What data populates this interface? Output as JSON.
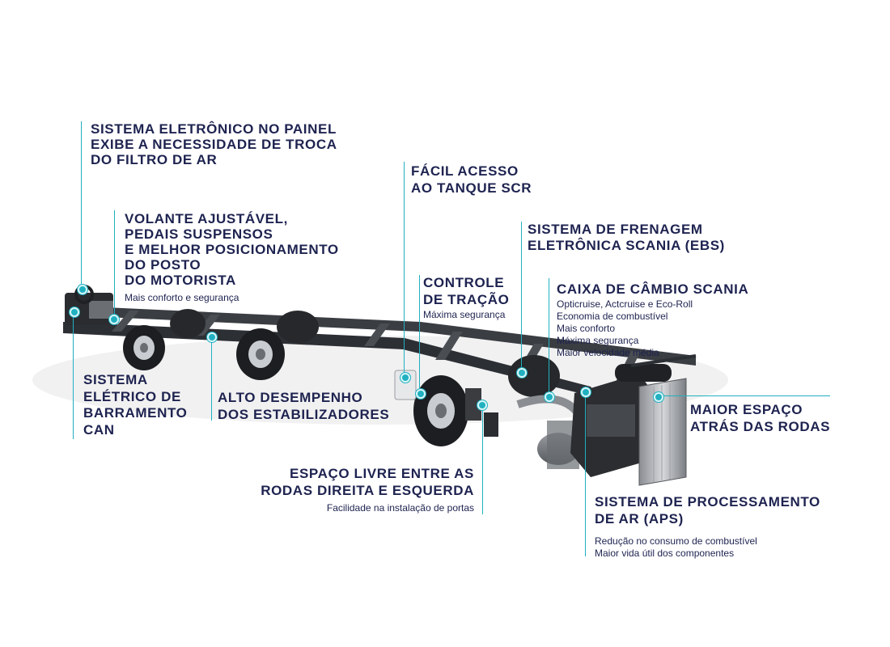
{
  "colors": {
    "accent": "#21b0c0",
    "text": "#1e2350"
  },
  "labels": {
    "air_filter": {
      "title": "SISTEMA ELETRÔNICO NO PAINEL\nEXIBE A NECESSIDADE DE TROCA\nDO FILTRO DE AR"
    },
    "steering": {
      "title": "VOLANTE AJUSTÁVEL,\nPEDAIS SUSPENSOS\nE MELHOR POSICIONAMENTO\nDO POSTO\nDO MOTORISTA",
      "subtitle": "Mais conforto e segurança"
    },
    "can": {
      "title": "SISTEMA\nELÉTRICO DE\nBARRAMENTO\nCAN"
    },
    "stabilizers": {
      "title": "ALTO DESEMPENHO\nDOS ESTABILIZADORES"
    },
    "scr": {
      "title": "FÁCIL ACESSO\nAO TANQUE SCR"
    },
    "traction": {
      "title": "CONTROLE\nDE TRAÇÃO",
      "subtitle": "Máxima segurança"
    },
    "ebs": {
      "title": "SISTEMA DE FRENAGEM\nELETRÔNICA SCANIA (EBS)"
    },
    "gearbox": {
      "title": "CAIXA DE CÂMBIO SCANIA",
      "items": [
        "Opticruise, Actcruise e Eco-Roll",
        "Economia de combustível",
        "Mais conforto",
        "Máxima segurança",
        "Maior velocidade média"
      ]
    },
    "wheel_space": {
      "title": "ESPAÇO LIVRE ENTRE AS\nRODAS DIREITA E ESQUERDA",
      "subtitle": "Facilidade na instalação de portas"
    },
    "rear_space": {
      "title": "MAIOR ESPAÇO\nATRÁS DAS RODAS"
    },
    "aps": {
      "title": "SISTEMA DE PROCESSAMENTO\nDE AR (APS)",
      "items": [
        "Redução no consumo de combustível",
        "Maior vida útil dos componentes"
      ]
    }
  }
}
